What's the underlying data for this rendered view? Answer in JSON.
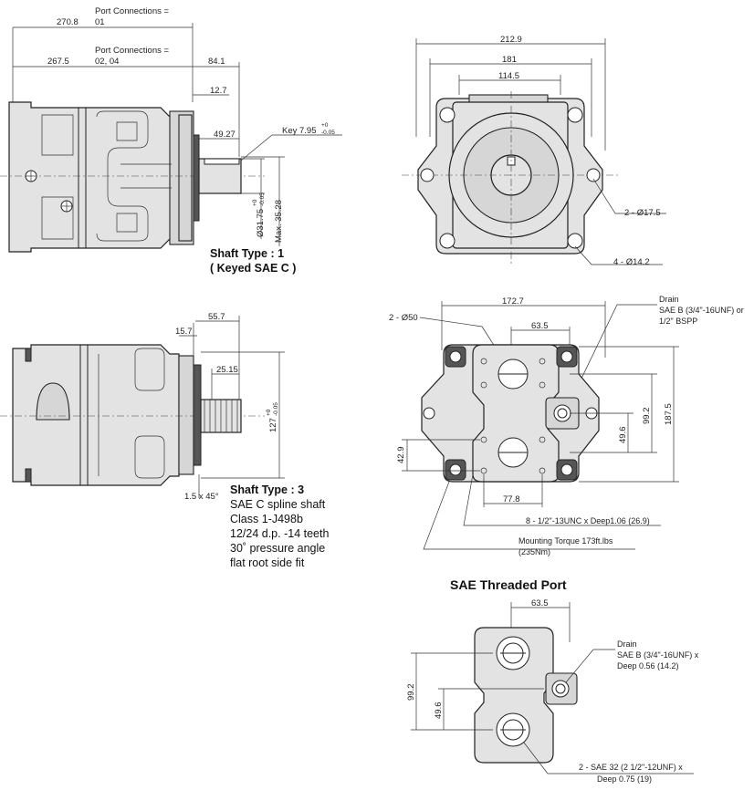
{
  "dims": {
    "side1": {
      "port_conn_01_label": "Port Connections =",
      "port_conn_01_value": "01",
      "d270_8": "270.8",
      "port_conn_0204_label": "Port Connections =",
      "port_conn_0204_value": "02, 04",
      "d267_5": "267.5",
      "d84_1": "84.1",
      "d12_7": "12.7",
      "d49_27": "49.27",
      "key": "Key 7.95",
      "key_tol_top": "+0",
      "key_tol_bot": "-0.05",
      "dia31_75": "Ø31.75",
      "dia_tol_top": "+0",
      "dia_tol_bot": "-0.05",
      "max35_28": "Max. 35.28"
    },
    "front1": {
      "d212_9": "212.9",
      "d181": "181",
      "d114_5": "114.5",
      "holes_17_5": "2 - Ø17.5",
      "holes_14_2": "4 - Ø14.2"
    },
    "side3": {
      "d55_7": "55.7",
      "d15_7": "15.7",
      "d25_15": "25.15",
      "d127": "127",
      "tol_top": "+0",
      "tol_bot": "-0.05",
      "chamfer": "1.5 x 45°"
    },
    "rear": {
      "dia50": "2 - Ø50",
      "d172_7": "172.7",
      "d63_5": "63.5",
      "drain_title": "Drain",
      "drain_line1": "SAE B (3/4\"-16UNF) or",
      "drain_line2": "1/2\" BSPP",
      "d99_2": "99.2",
      "d187_5": "187.5",
      "d49_6": "49.6",
      "d42_9": "42.9",
      "d77_8": "77.8",
      "thread_note": "8 - 1/2\"-13UNC x Deep1.06 (26.9)",
      "torque_line1": "Mounting Torque 173ft.lbs",
      "torque_line2": "(235Nm)"
    },
    "threaded": {
      "d63_5": "63.5",
      "drain_title": "Drain",
      "drain_line1": "SAE B (3/4\"-16UNF) x",
      "drain_line2": "Deep 0.56 (14.2)",
      "d99_2": "99.2",
      "d49_6": "49.6",
      "port_line1": "2 - SAE 32 (2 1/2\"-12UNF) x",
      "port_line2": "Deep 0.75 (19)"
    }
  },
  "captions": {
    "shaft1_title": "Shaft Type : 1",
    "shaft1_sub": "( Keyed SAE C )",
    "shaft3_title": "Shaft Type : 3",
    "shaft3_lines": [
      "SAE C spline shaft",
      "Class 1-J498b",
      "12/24 d.p. -14 teeth",
      "30˚ pressure angle",
      "flat root side fit"
    ],
    "threaded_title": "SAE Threaded Port"
  }
}
